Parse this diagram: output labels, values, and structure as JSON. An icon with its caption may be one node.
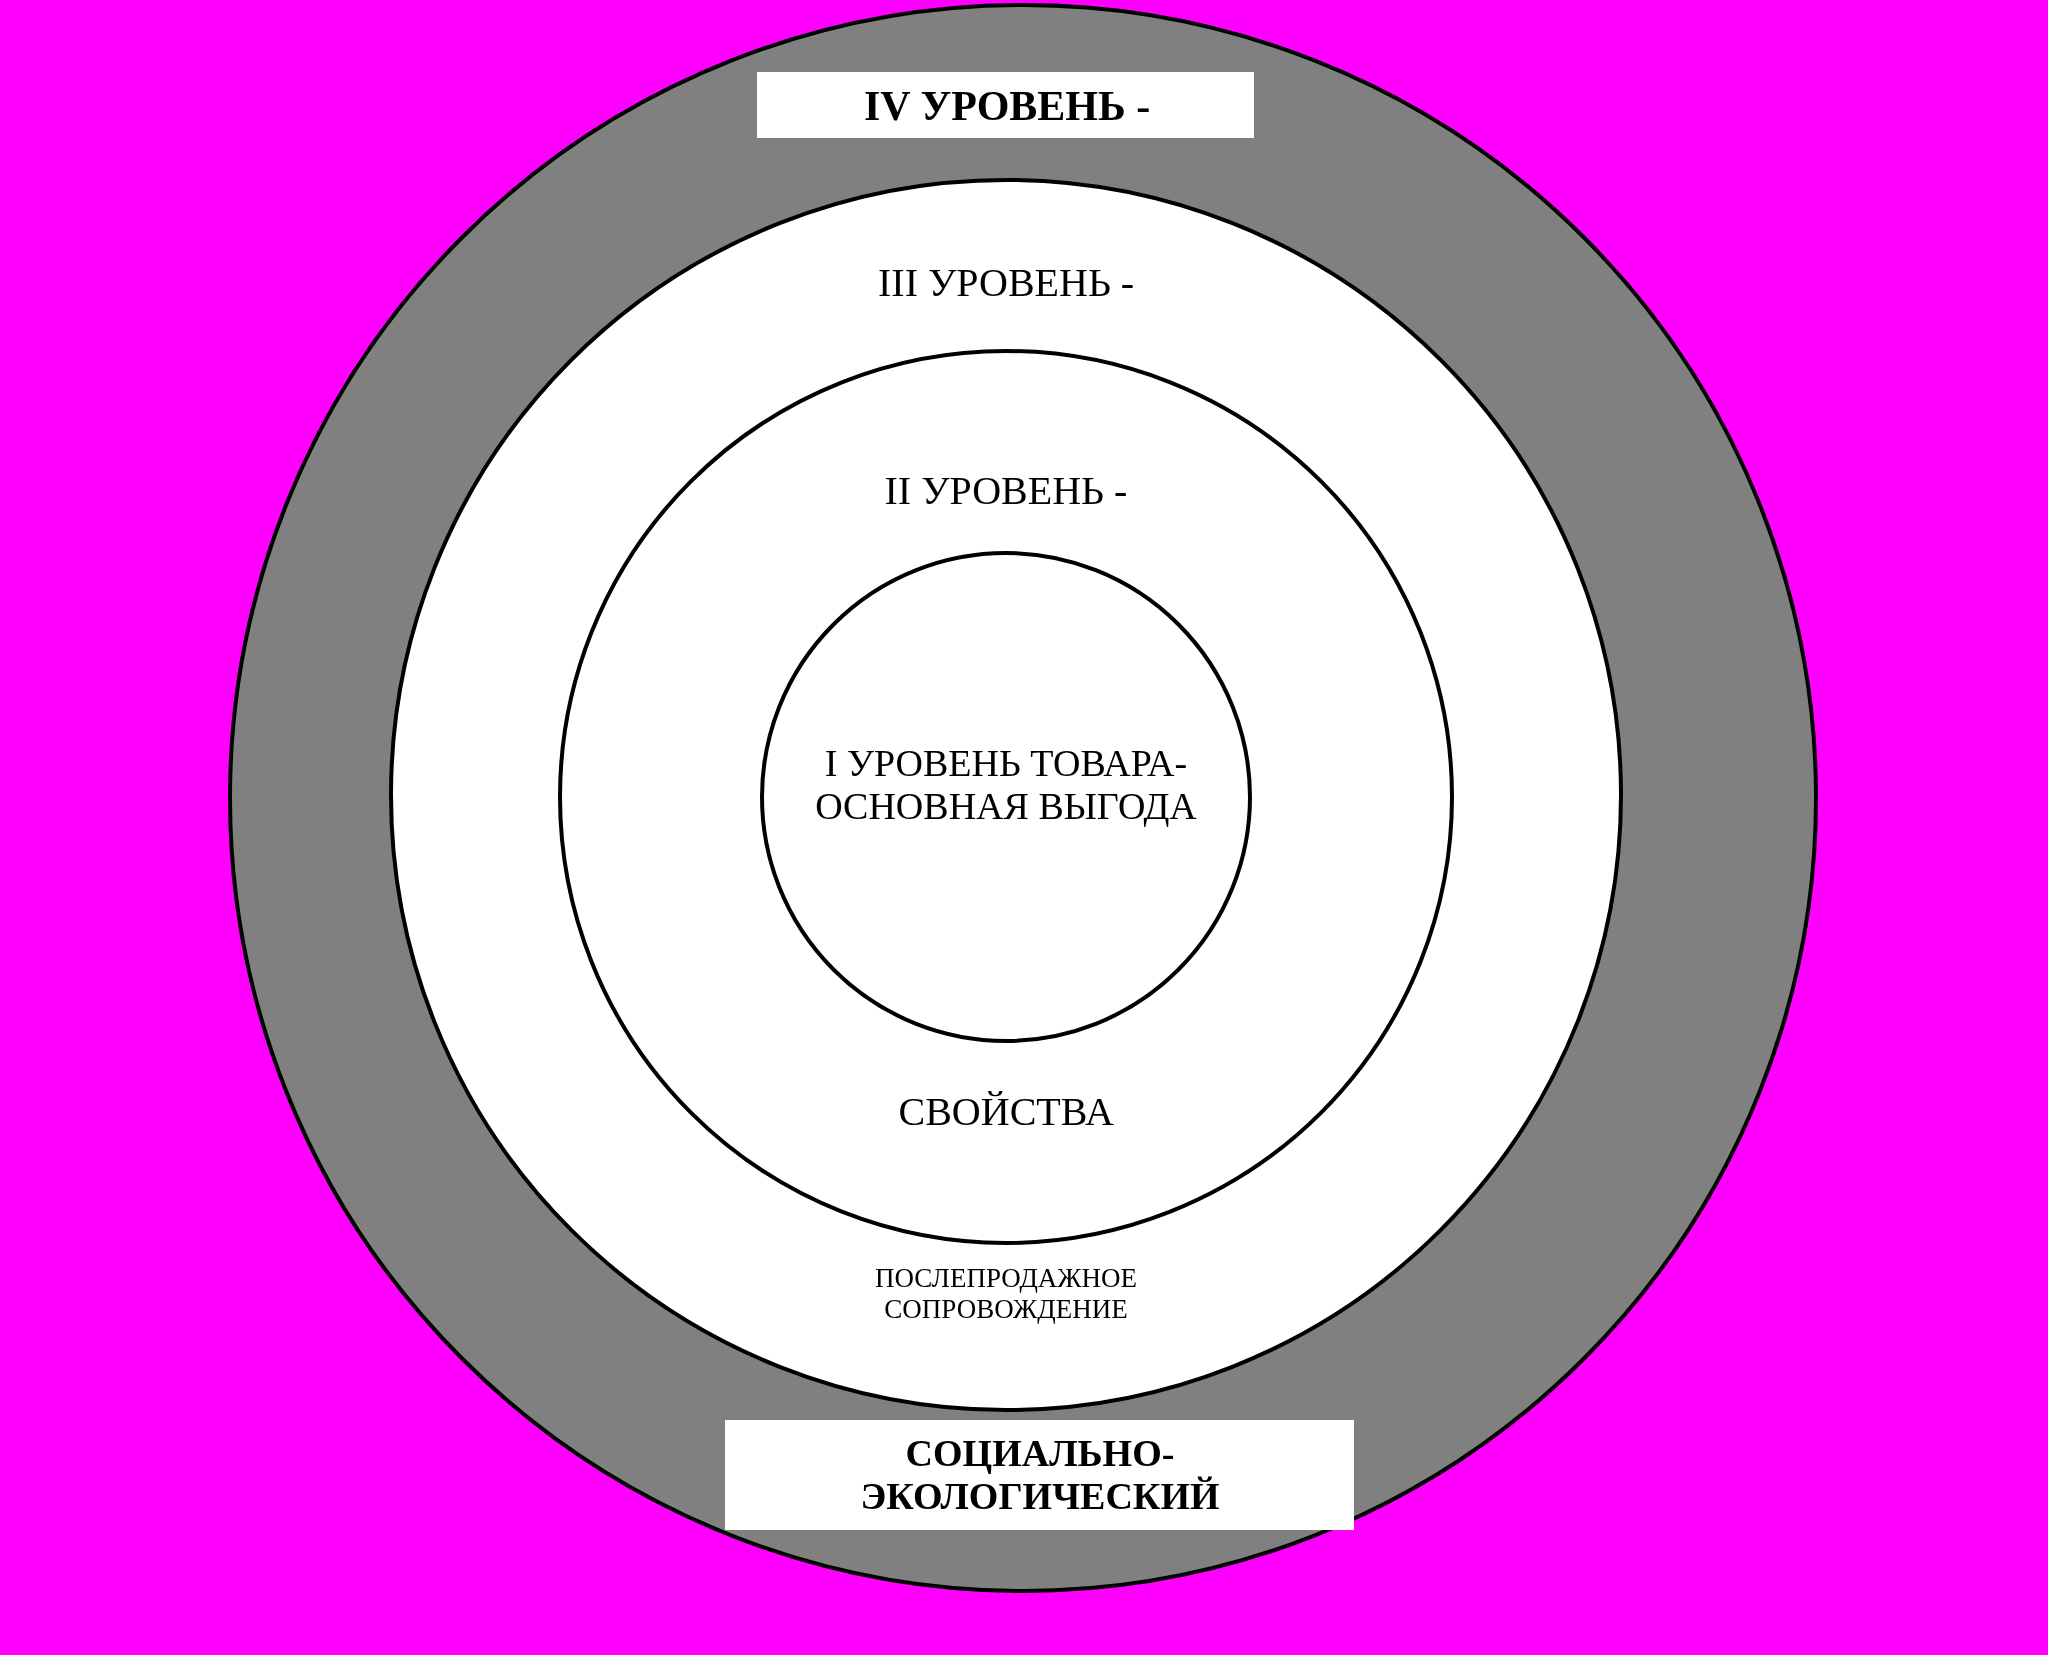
{
  "diagram": {
    "nodes": [
      {
        "text": [],
        "shape": "circle"
      },
      {
        "text": [
          "IV УРОВЕНЬ -"
        ],
        "in": 0
      },
      {
        "text": [
          "III УРОВЕНЬ -",
          "ПОСЛЕПРОДАЖНОЕ СОПРОВОЖДЕНИЕ"
        ],
        "in": 0
      },
      {
        "text": [
          "II УРОВЕНЬ -",
          "СВОЙСТВА"
        ],
        "in": 2
      },
      {
        "text": [
          "I УРОВЕНЬ ТОВАРА- ОСНОВНАЯ ВЫГОДА"
        ],
        "in": 3
      },
      {
        "text": [
          "СОЦИАЛЬНО- ЭКОЛОГИЧЕСКИЙ"
        ],
        "in": 0
      }
    ]
  }
}
